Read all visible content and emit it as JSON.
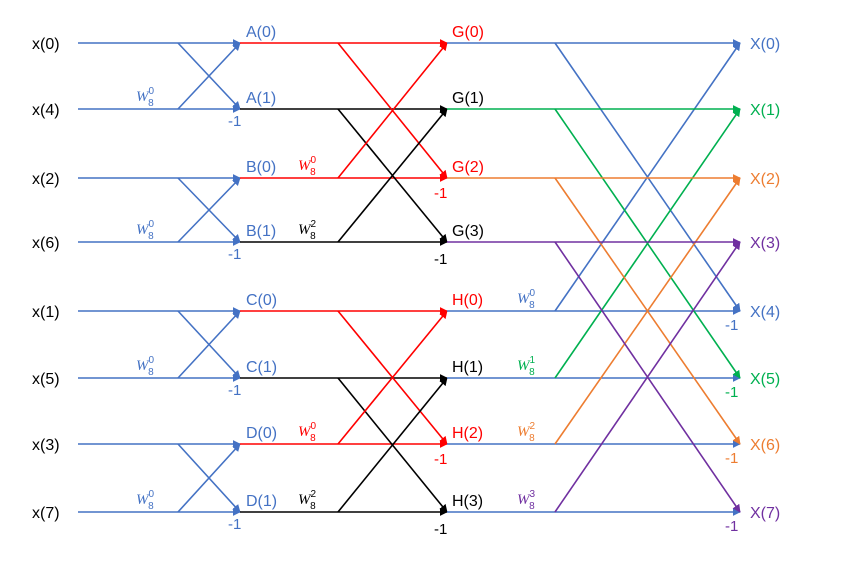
{
  "colors": {
    "blue": "#4472c4",
    "red": "#ff0000",
    "black": "#000000",
    "green": "#00b050",
    "orange": "#ed7d31",
    "purple": "#7030a0"
  },
  "inputs": [
    "x(0)",
    "x(4)",
    "x(2)",
    "x(6)",
    "x(1)",
    "x(5)",
    "x(3)",
    "x(7)"
  ],
  "stage1": [
    "A(0)",
    "A(1)",
    "B(0)",
    "B(1)",
    "C(0)",
    "C(1)",
    "D(0)",
    "D(1)"
  ],
  "stage2": [
    "G(0)",
    "G(1)",
    "G(2)",
    "G(3)",
    "H(0)",
    "H(1)",
    "H(2)",
    "H(3)"
  ],
  "outputs": [
    "X(0)",
    "X(1)",
    "X(2)",
    "X(3)",
    "X(4)",
    "X(5)",
    "X(6)",
    "X(7)"
  ],
  "neg_one": "-1",
  "twiddle": {
    "base": "W",
    "sub": "8",
    "stage1": [
      "0",
      "0",
      "0",
      "0"
    ],
    "stage2": [
      "0",
      "2",
      "0",
      "2"
    ],
    "stage3": [
      "0",
      "1",
      "2",
      "3"
    ]
  }
}
